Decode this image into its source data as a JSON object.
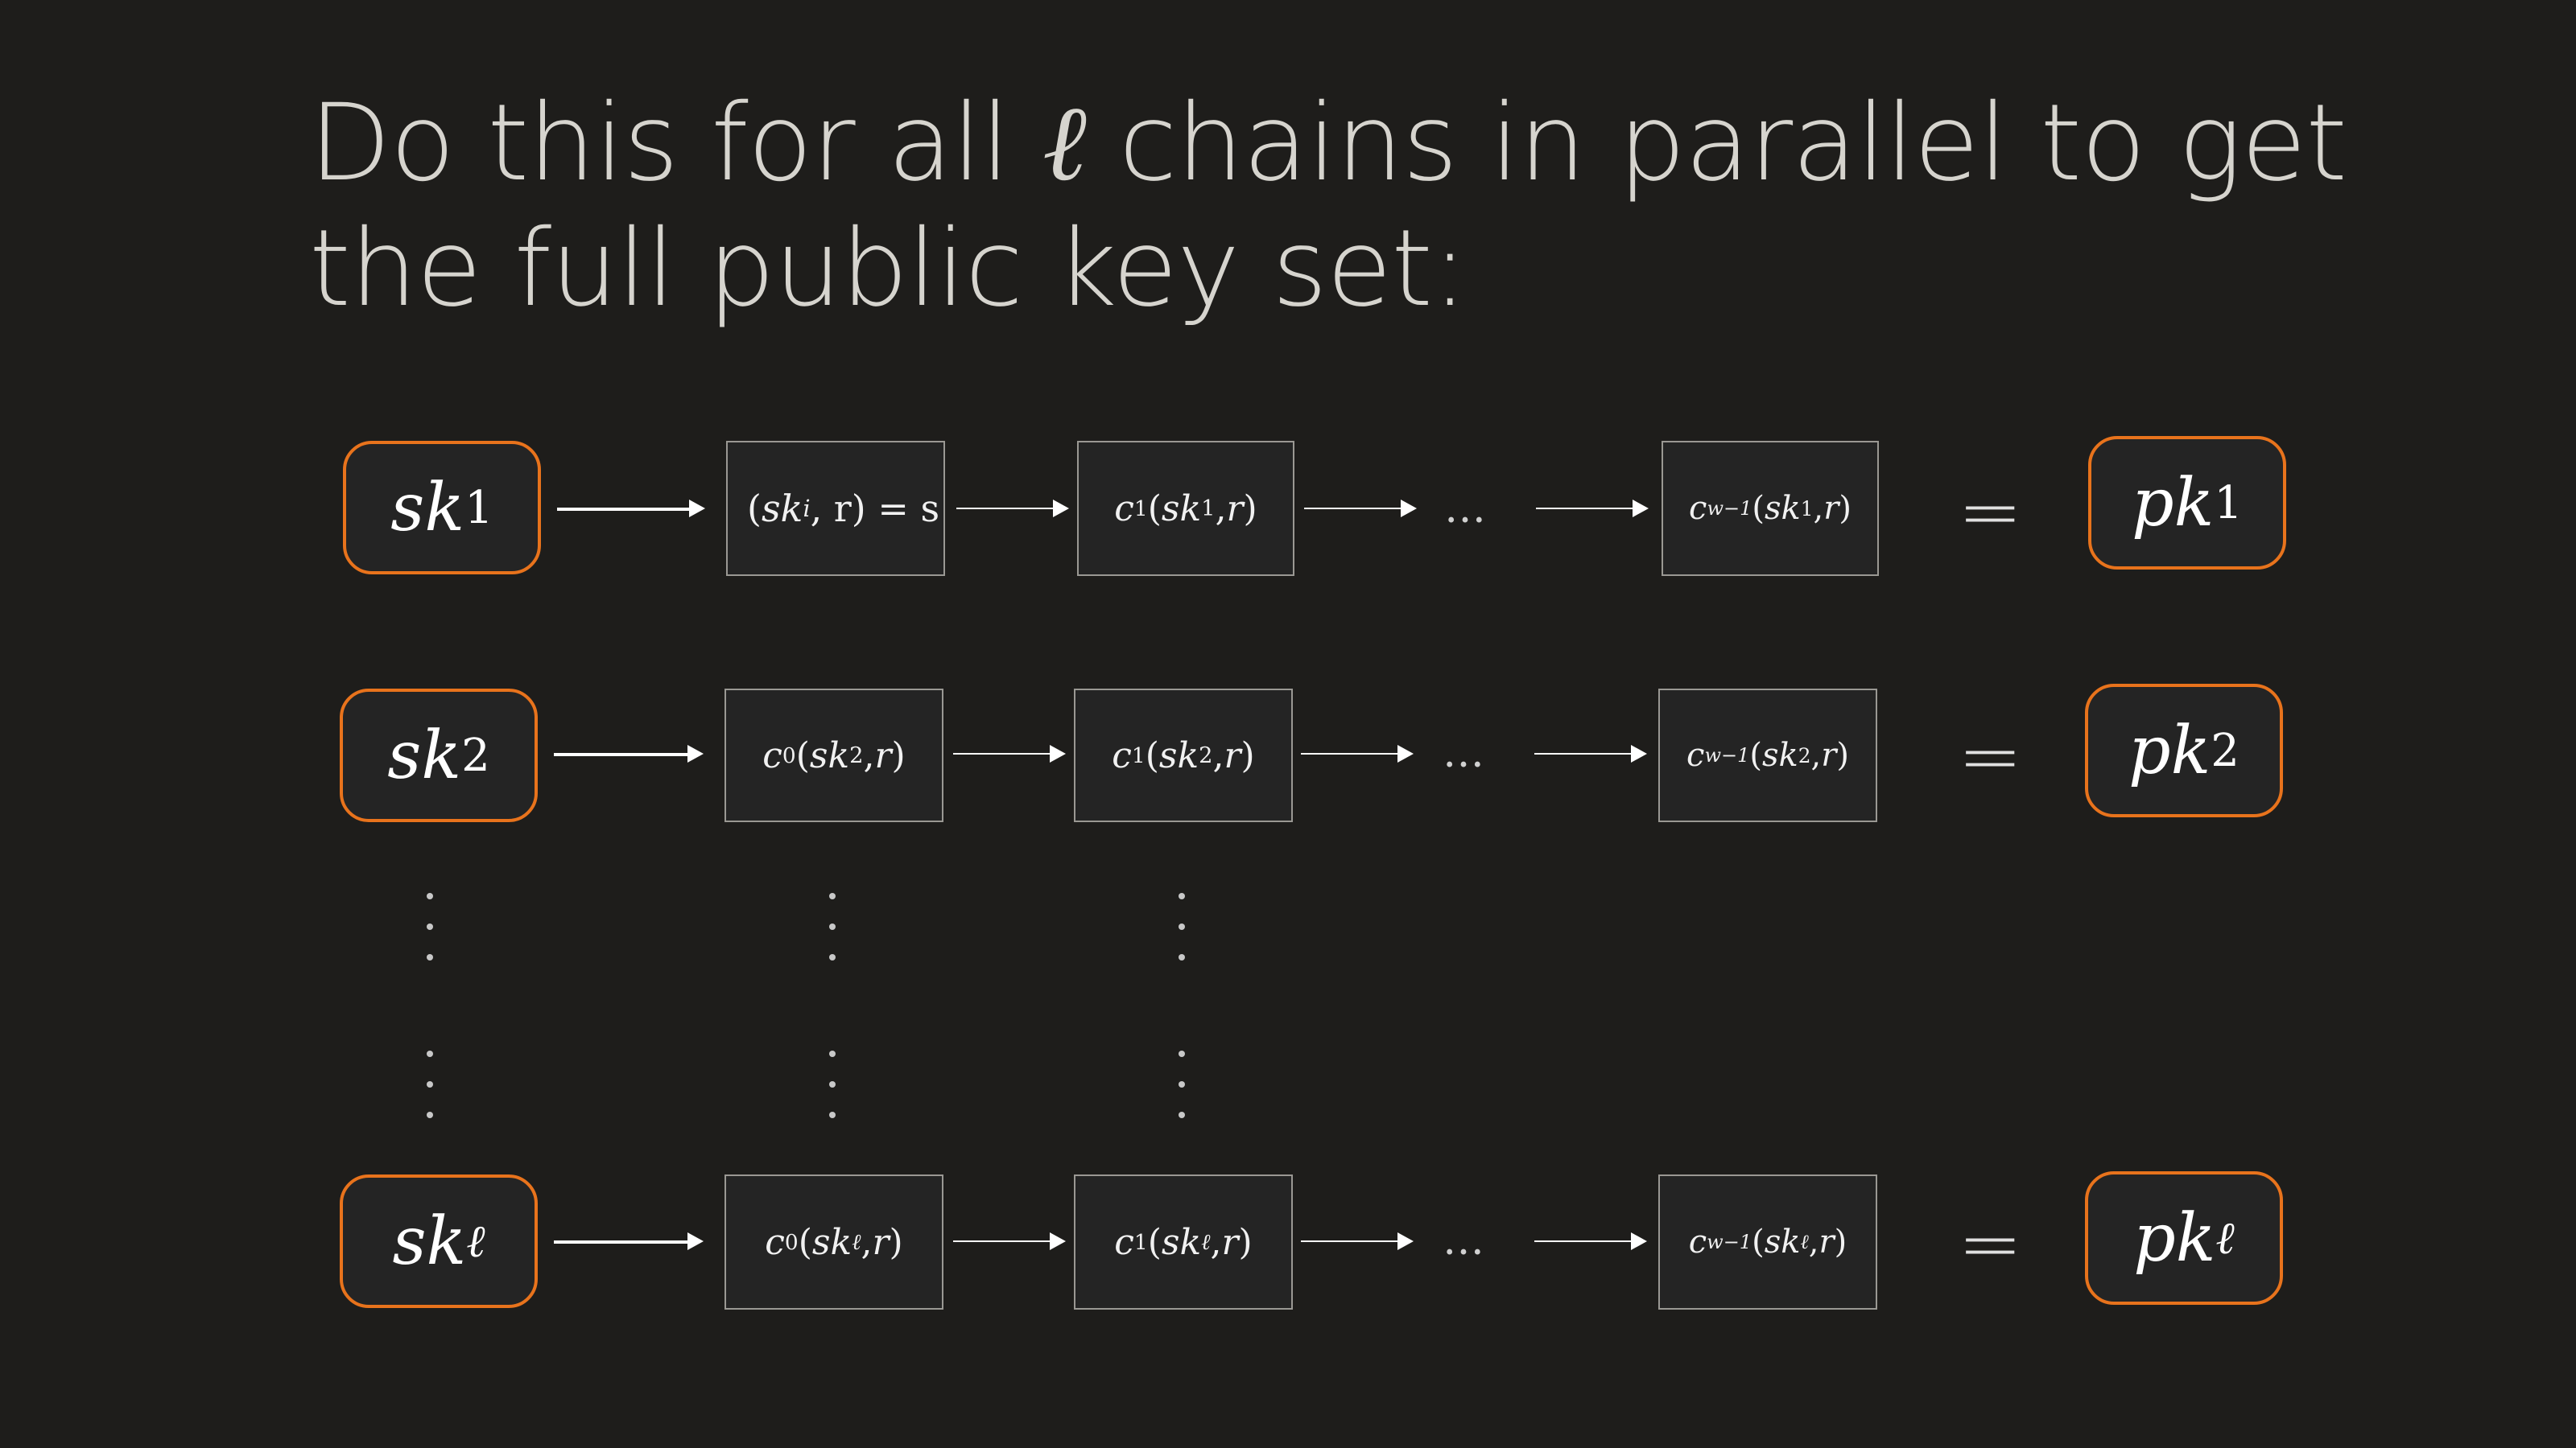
{
  "heading": {
    "part1": "Do this for all ",
    "ell": "ℓ",
    "part2": " chains in parallel to get",
    "line2": "the full public key set:"
  },
  "symbols": {
    "ellipsis": "…",
    "equals": "="
  },
  "rows": [
    {
      "sk": {
        "base": "sk",
        "sub": "1"
      },
      "pk": {
        "base": "pk",
        "sub": "1"
      },
      "cells": [
        {
          "pre": "(",
          "var": "sk",
          "sub": "i",
          "post": ", r) = s"
        },
        {
          "func": "c",
          "sup": "1",
          "arg": "sk",
          "sub": "1"
        },
        {
          "func": "c",
          "sup": "w−1",
          "arg": "sk",
          "sub": "1"
        }
      ]
    },
    {
      "sk": {
        "base": "sk",
        "sub": "2"
      },
      "pk": {
        "base": "pk",
        "sub": "2"
      },
      "cells": [
        {
          "func": "c",
          "sup": "0",
          "arg": "sk",
          "sub": "2"
        },
        {
          "func": "c",
          "sup": "1",
          "arg": "sk",
          "sub": "2"
        },
        {
          "func": "c",
          "sup": "w−1",
          "arg": "sk",
          "sub": "2"
        }
      ]
    },
    {
      "sk": {
        "base": "sk",
        "sub": "ℓ"
      },
      "pk": {
        "base": "pk",
        "sub": "ℓ"
      },
      "cells": [
        {
          "func": "c",
          "sup": "0",
          "arg": "sk",
          "sub": "ℓ"
        },
        {
          "func": "c",
          "sup": "1",
          "arg": "sk",
          "sub": "ℓ"
        },
        {
          "func": "c",
          "sup": "w−1",
          "arg": "sk",
          "sub": "ℓ"
        }
      ]
    }
  ]
}
